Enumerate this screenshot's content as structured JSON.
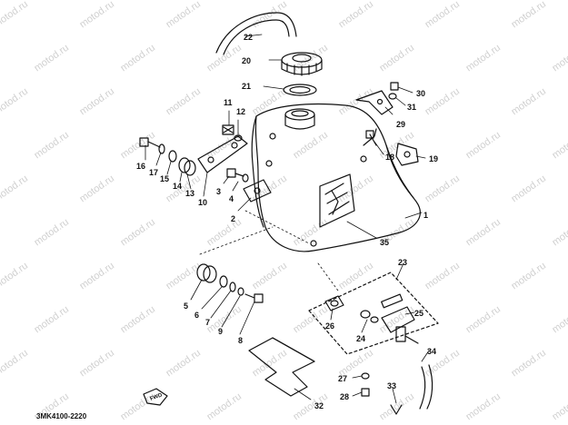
{
  "watermark_text": "motod.ru",
  "diagram_code": "3MK4100-2220",
  "fwd_label": "FWD",
  "part_labels": [
    "22",
    "20",
    "21",
    "11",
    "12",
    "30",
    "31",
    "29",
    "16",
    "17",
    "15",
    "14",
    "13",
    "10",
    "3",
    "4",
    "2",
    "18",
    "19",
    "1",
    "35",
    "23",
    "5",
    "6",
    "7",
    "9",
    "8",
    "26",
    "24",
    "25",
    "34",
    "27",
    "28",
    "33",
    "32"
  ]
}
